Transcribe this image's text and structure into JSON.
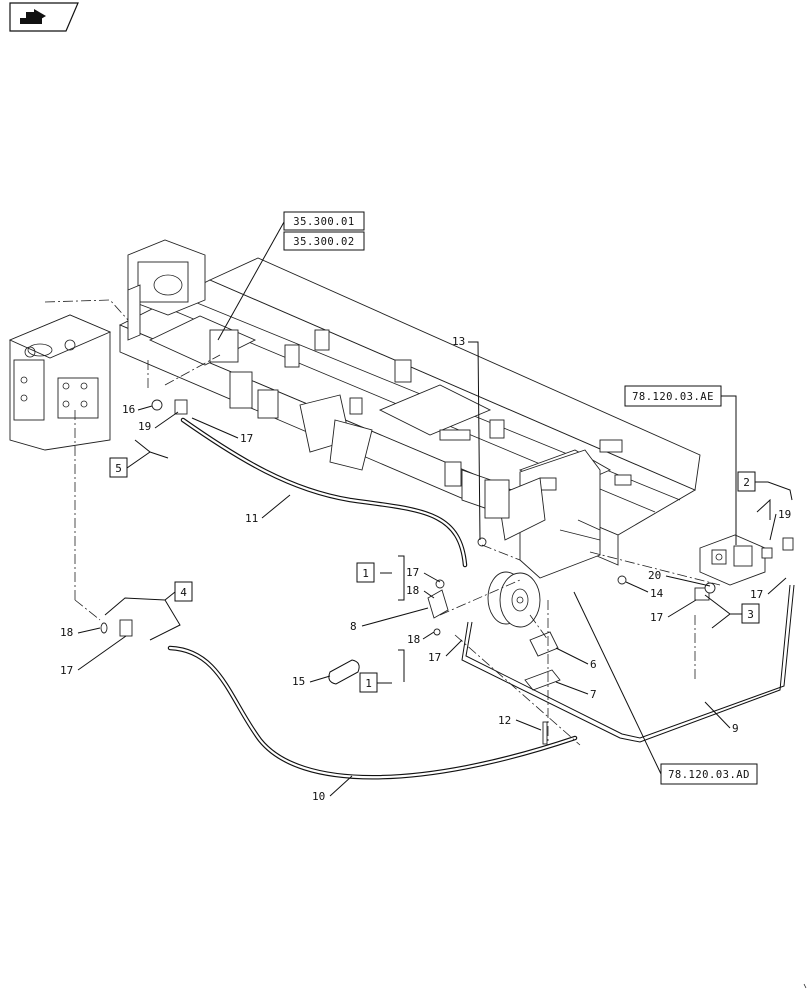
{
  "ref_boxes": {
    "r1": "35.300.01",
    "r2": "35.300.02",
    "r3": "78.120.03.AE",
    "r4": "78.120.03.AD"
  },
  "group_boxes": {
    "g1": "1",
    "g1b": "1",
    "g2": "2",
    "g3": "3",
    "g4": "4",
    "g5": "5"
  },
  "callouts": {
    "c16": "16",
    "c19a": "19",
    "c17a": "17",
    "c11": "11",
    "c13": "13",
    "c17b": "17",
    "c18a": "18",
    "c8": "8",
    "c18b": "18",
    "c17c": "17",
    "c15": "15",
    "c18c": "18",
    "c17d": "17",
    "c12": "12",
    "c10": "10",
    "c6": "6",
    "c7": "7",
    "c9": "9",
    "c14": "14",
    "c20": "20",
    "c17e": "17",
    "c19b": "19",
    "c17f": "17"
  },
  "icons": {
    "nav": "next-page-arrow-icon"
  }
}
